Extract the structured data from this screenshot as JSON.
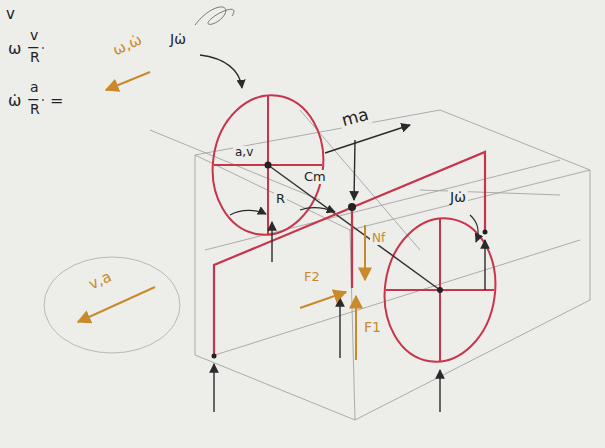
{
  "diagram": {
    "labels": [
      "v",
      "ω =",
      "v",
      "R",
      "ω̇ =",
      "a",
      "R",
      "=",
      "ω,ω̇",
      "Jω̇",
      "a,v",
      "R",
      "Cm",
      "ma",
      "Nf",
      "F2",
      "F1",
      "Jω̇",
      "v,a"
    ]
  }
}
